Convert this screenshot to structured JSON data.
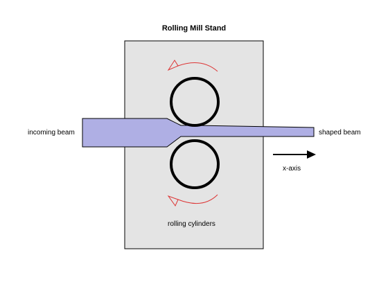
{
  "title": "Rolling Mill Stand",
  "labels": {
    "incoming_beam": "incoming beam",
    "shaped_beam": "shaped beam",
    "x_axis": "x-axis",
    "rolling_cylinders": "rolling cylinders"
  },
  "colors": {
    "stand_fill": "#e4e4e4",
    "stand_border": "#000000",
    "beam_fill": "#afafe4",
    "beam_border": "#000000",
    "cylinder_stroke": "#000000",
    "rotation_arrow": "#dd3333",
    "axis_arrow": "#000000"
  },
  "icons": {
    "rotation_top": "counterclockwise-arrow-icon",
    "rotation_bottom": "clockwise-arrow-icon",
    "axis": "arrow-right-icon"
  }
}
